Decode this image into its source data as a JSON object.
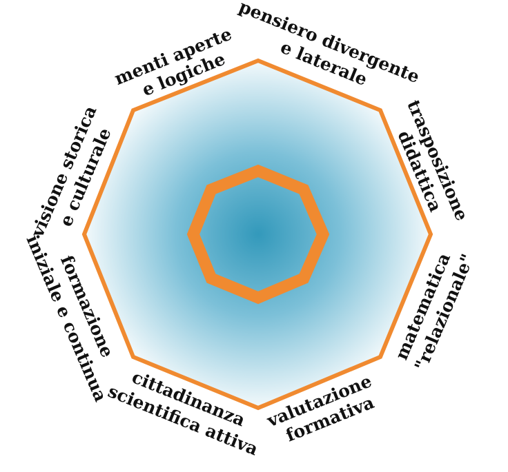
{
  "labels": [
    {
      "key": "menti",
      "lines": [
        "menti aperte",
        "e logiche"
      ]
    },
    {
      "key": "pensiero",
      "lines": [
        "pensiero divergente",
        "e laterale"
      ]
    },
    {
      "key": "trasposizione",
      "lines": [
        "trasposizione",
        "didattica"
      ]
    },
    {
      "key": "matematica",
      "lines": [
        "matematica",
        "\"relazionale\""
      ]
    },
    {
      "key": "valutazione",
      "lines": [
        "valutazione",
        "formativa"
      ]
    },
    {
      "key": "cittadinanza",
      "lines": [
        "cittadinanza",
        "scientifica attiva"
      ]
    },
    {
      "key": "formazione",
      "lines": [
        "formazione",
        "iniziale e continua"
      ]
    },
    {
      "key": "visione",
      "lines": [
        "visione storica",
        "e culturale"
      ]
    }
  ],
  "colors": {
    "outline": "#f08a30",
    "fill_center": "#3399bb",
    "fill_edge": "#ffffff",
    "text": "#111111"
  }
}
